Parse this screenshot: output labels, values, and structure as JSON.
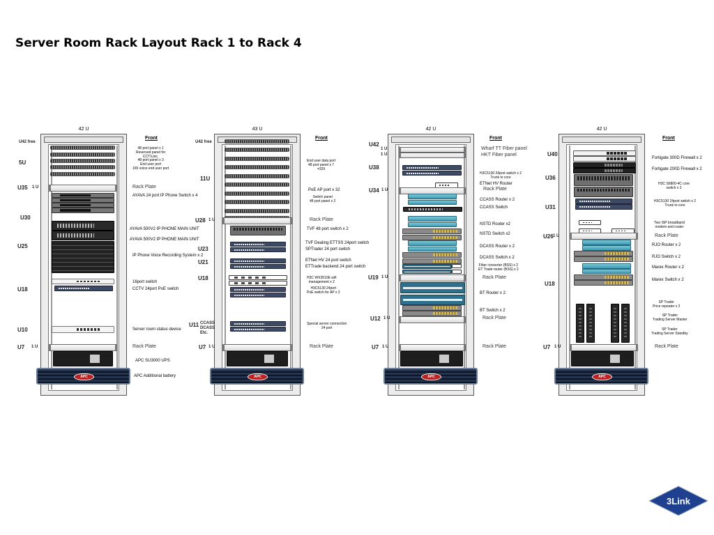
{
  "title": "Server Room Rack Layout Rack 1 to Rack 4",
  "logo": {
    "text": "3Link",
    "color": "#1f3f8f"
  },
  "racks": [
    {
      "size": "42 U",
      "front": "Front",
      "left_labels": [
        "U42 free",
        "5U",
        "U35",
        "1 U",
        "U30",
        "U25",
        "U18",
        "U10",
        "U7",
        "1 U"
      ],
      "right_labels": [
        "48 port panel x 1\nReserved panel for\nCCTV,etc.\n48 port panel x 3\nEnd user port\n165 voice end user port",
        "Rack Plate",
        "AYAVA 24 port IP Phone Switch x 4",
        "AYAVA 500V2 IP PHONE MAIN UNIT",
        "AYAVA 500V2 IP PHONE MAIN UNIT",
        "IP Phone Voice Recording System x 2",
        "16port switch",
        "CCTV 24port PoE switch",
        "Server room status device",
        "Rack Plate",
        "APC SU3000 UPS",
        "APC Additional battery"
      ]
    },
    {
      "size": "43 U",
      "front": "Front",
      "left_labels": [
        "U42 free",
        "11U",
        "U28",
        "1 U",
        "U23",
        "U21",
        "U18",
        "U11",
        "CCASS\nDCASS\nEtc.",
        "U7",
        "1 U"
      ],
      "right_labels": [
        "End user data port\n48 port panel x 7\n=329",
        "PoE AP port x 32",
        "Switch panel\n48 port panel x 2",
        "Rack Plate",
        "TVF 48 port switch x 2",
        "TVF Dealing ETTSS 24port switch",
        "SPTrader 24 port switch",
        "ETNet HV 24 port switch",
        "ETTrade backend 24 port switch",
        "H3C WX3510E wifi\nmanagement x 2",
        "H3C5130 24port\nPoE switch for AP x 2",
        "Special server connection\n24 port",
        "Rack Plate"
      ]
    },
    {
      "size": "42 U",
      "front": "Front",
      "left_labels": [
        "U42",
        "1 U",
        "1 U",
        "U38",
        "U34",
        "1 U",
        "U19",
        "1 U",
        "U12",
        "1 U",
        "U7",
        "1 U"
      ],
      "right_labels": [
        "Wharf TT Fiber panel",
        "HKT Fiber panel",
        "H3C5130 24port switch x 2\nTrunk to core",
        "ETNet HV Router",
        "Rack Plate",
        "CCASS Router x 2",
        "CCASS Switch",
        "NSTD Router x2",
        "NSTD Switch x2",
        "DCASS Router x 2",
        "DCASS Switch x 2",
        "Fiber converter (BSS) x 2\nET Trade router (BSS) x 2",
        "Rack Plate",
        "BT Router x 2",
        "BT Switch x 2",
        "Rack Plate",
        "Rack Plate"
      ]
    },
    {
      "size": "42 U",
      "front": "Front",
      "left_labels": [
        "U40",
        "U36",
        "U31",
        "U26",
        "1 U",
        "U18",
        "U7",
        "1 U"
      ],
      "right_labels": [
        "Fortigate 300D Firewall x 2",
        "Fortigate 200D Firewall x 2",
        "H3C S6800-4C core\nswitch x 2",
        "H3C5130 24port switch x 2\nTrunk to core",
        "Two ISP broadband\nmodem and router",
        "Rack Plate",
        "RJO Router x 2",
        "RJO Switch x 2",
        "Marex Router x 2",
        "Marex Switch x 2",
        "SP Trader\nPrice repeater x 2",
        "SP Trader\nTrading Server Master",
        "SP Trader\nTrading Server Standby",
        "Rack Plate"
      ]
    }
  ]
}
